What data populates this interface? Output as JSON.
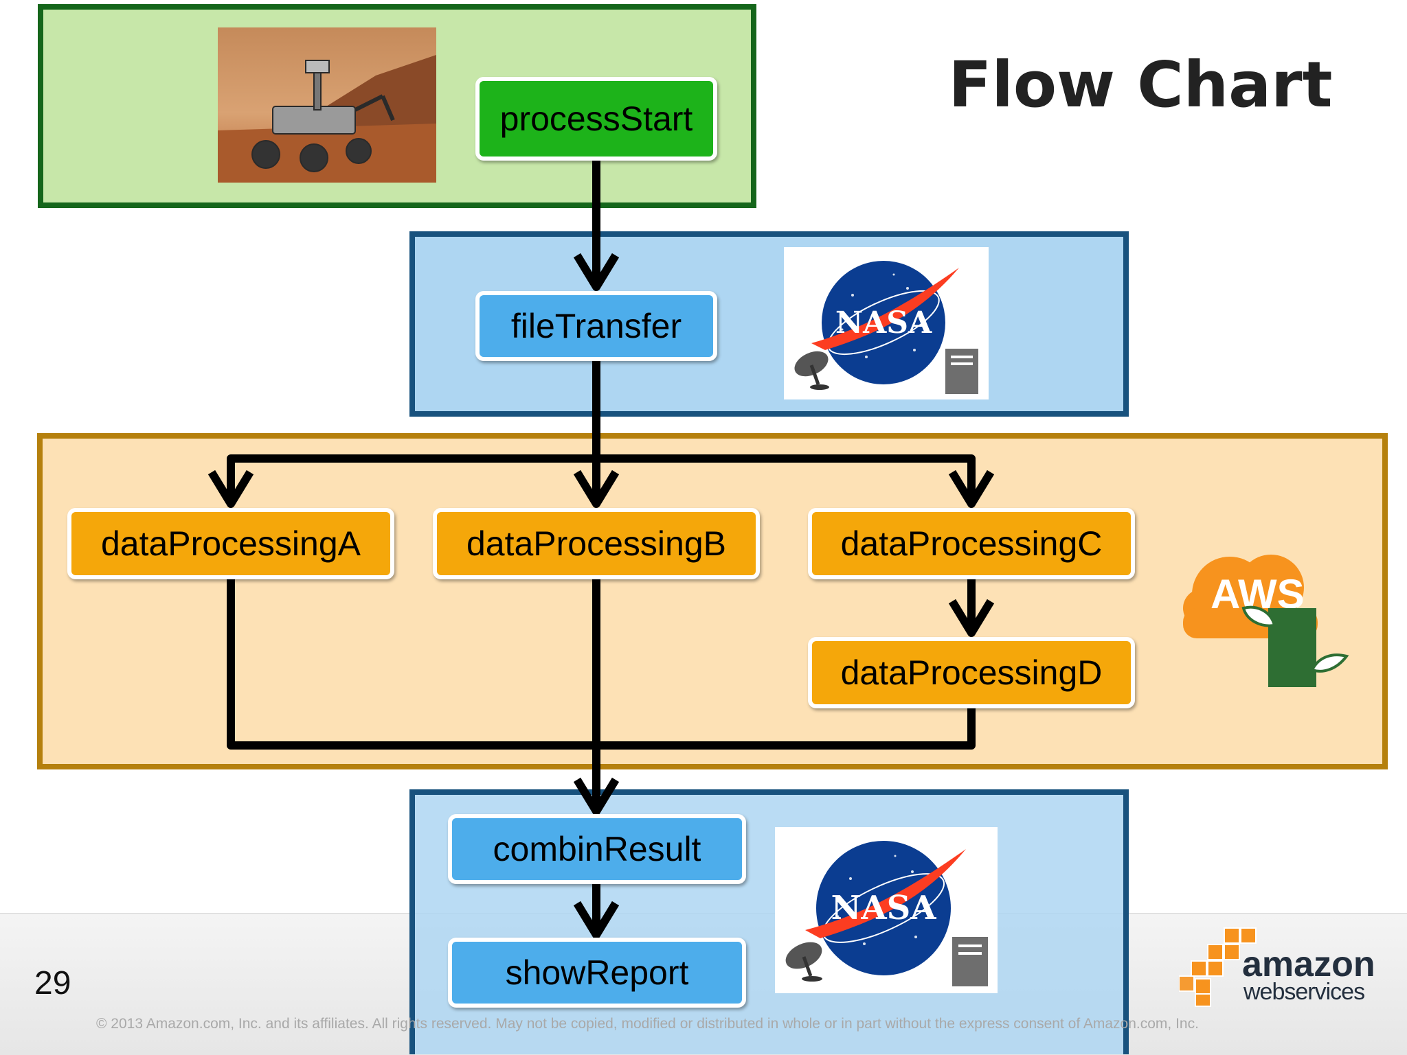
{
  "title": "Flow Chart",
  "page_number": "29",
  "copyright": "© 2013 Amazon.com, Inc. and its affiliates. All rights reserved. May not be copied, modified or distributed in whole or in part without the express consent of Amazon.com, Inc.",
  "nodes": {
    "process_start": "processStart",
    "file_transfer": "fileTransfer",
    "data_a": "dataProcessingA",
    "data_b": "dataProcessingB",
    "data_c": "dataProcessingC",
    "data_d": "dataProcessingD",
    "combin_result": "combinResult",
    "show_report": "showReport"
  },
  "logos": {
    "nasa": "NASA",
    "aws": "AWS",
    "amazon": "amazon",
    "web_services": "webservices"
  },
  "colors": {
    "rover_region_fill": "#c7e7a9",
    "rover_region_border": "#15661b",
    "nasa_region_fill": "#aed6f2",
    "nasa_region_border": "#18527e",
    "aws_region_fill": "#fde1b5",
    "aws_region_border": "#b5800d",
    "green_node": "#1db31a",
    "blue_node": "#4dadeb",
    "orange_node": "#f5a70a"
  },
  "icons": [
    "mars-rover-photo",
    "nasa-logo",
    "satellite-dish-icon",
    "server-icon",
    "aws-cloud-icon",
    "amazon-boxes-icon"
  ]
}
